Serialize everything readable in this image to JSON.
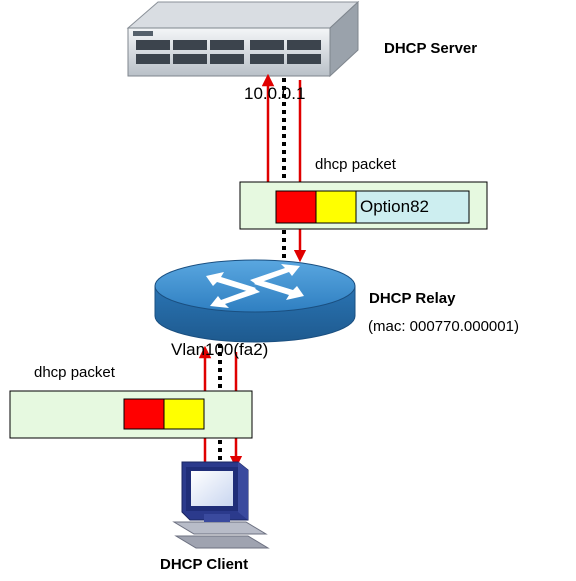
{
  "server": {
    "label": "DHCP Server",
    "ip": "10.0.0.1"
  },
  "relay": {
    "label": "DHCP Relay",
    "mac": "(mac: 000770.000001)",
    "interface": "Vlan100(fa2)"
  },
  "client": {
    "label": "DHCP Client"
  },
  "packet_top": {
    "label": "dhcp packet",
    "option": "Option82"
  },
  "packet_bottom": {
    "label": "dhcp packet"
  },
  "colors": {
    "arrow": "#e00000",
    "box_fill": "#e6f9e0",
    "seg_red": "#ff0000",
    "seg_yellow": "#ffff00",
    "option_fill": "#cdeef0",
    "router": "#2f7fc1"
  }
}
